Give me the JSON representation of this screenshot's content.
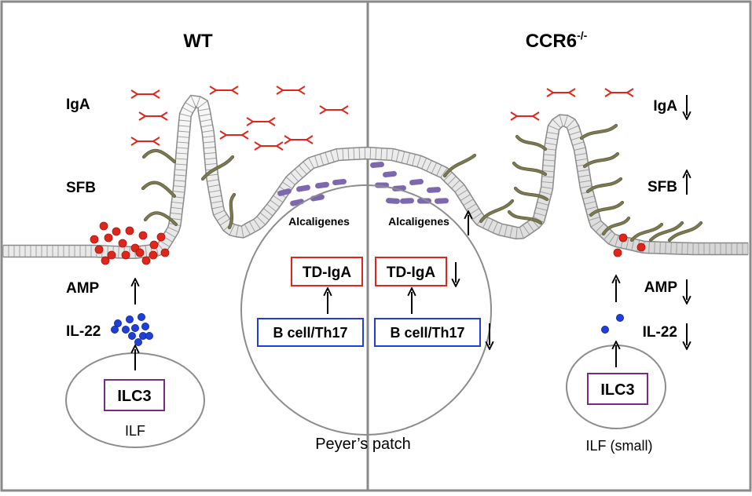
{
  "panels": {
    "left_title": "WT",
    "right_title_base": "CCR6",
    "right_title_sup": "-/-"
  },
  "left": {
    "iga": "IgA",
    "sfb": "SFB",
    "amp": "AMP",
    "il22": "IL-22",
    "ilc3": "ILC3",
    "ilf": "ILF"
  },
  "right": {
    "iga": "IgA",
    "sfb": "SFB",
    "amp": "AMP",
    "il22": "IL-22",
    "ilc3": "ILC3",
    "ilf": "ILF (small)"
  },
  "peyers": {
    "label": "Peyer’s patch",
    "alcaligenes_left": "Alcaligenes",
    "alcaligenes_right": "Alcaligenes",
    "tdiga_left": "TD-IgA",
    "tdiga_right": "TD-IgA",
    "bcell_left": "B cell/Th17",
    "bcell_right": "B cell/Th17"
  },
  "colors": {
    "frame": "#8a8a8a",
    "iga": "#e0261b",
    "sfb": "#7b7a52",
    "bacteria": "#7d68b0",
    "amp_dot": "#e0261b",
    "il22_dot": "#1f3fd6",
    "td_box": "#e0261b",
    "bcell_box": "#1f3fd6",
    "ilc3_box": "#7a2a82",
    "circle": "#8c8c8c"
  }
}
